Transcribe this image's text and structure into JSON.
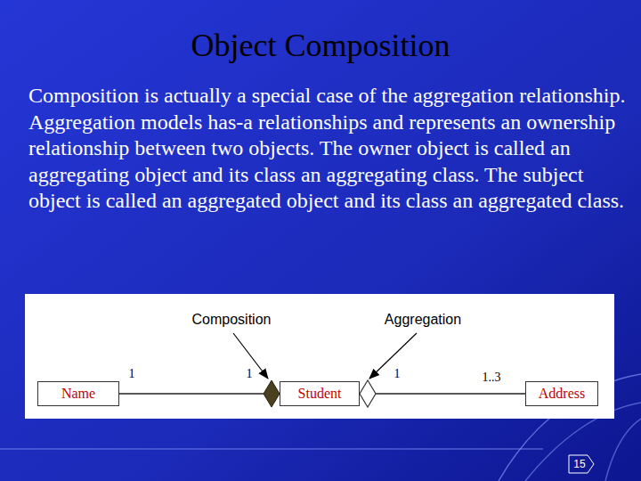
{
  "diagram": {
    "title": "Object Composition",
    "nodes": [
      {
        "text": [
          "Name"
        ]
      },
      {
        "text": [
          "Student"
        ]
      },
      {
        "text": [
          "Address"
        ]
      },
      {
        "text": [
          "15"
        ]
      }
    ],
    "edges": [
      {
        "from": 0,
        "to": 1,
        "arrow": "to"
      },
      {
        "from": 2,
        "to": 1,
        "arrow": "to"
      }
    ],
    "labels": [
      "Composition is actually a special case of the aggregation relationship. Aggregation models has-a relationships and represents an ownership relationship between two objects. The owner object is called an aggregating object and its class an aggregating class. The subject object is called an aggregated object and its class an aggregated class.",
      "Composition",
      "Aggregation",
      "1",
      "1",
      "1",
      "1..3"
    ]
  }
}
